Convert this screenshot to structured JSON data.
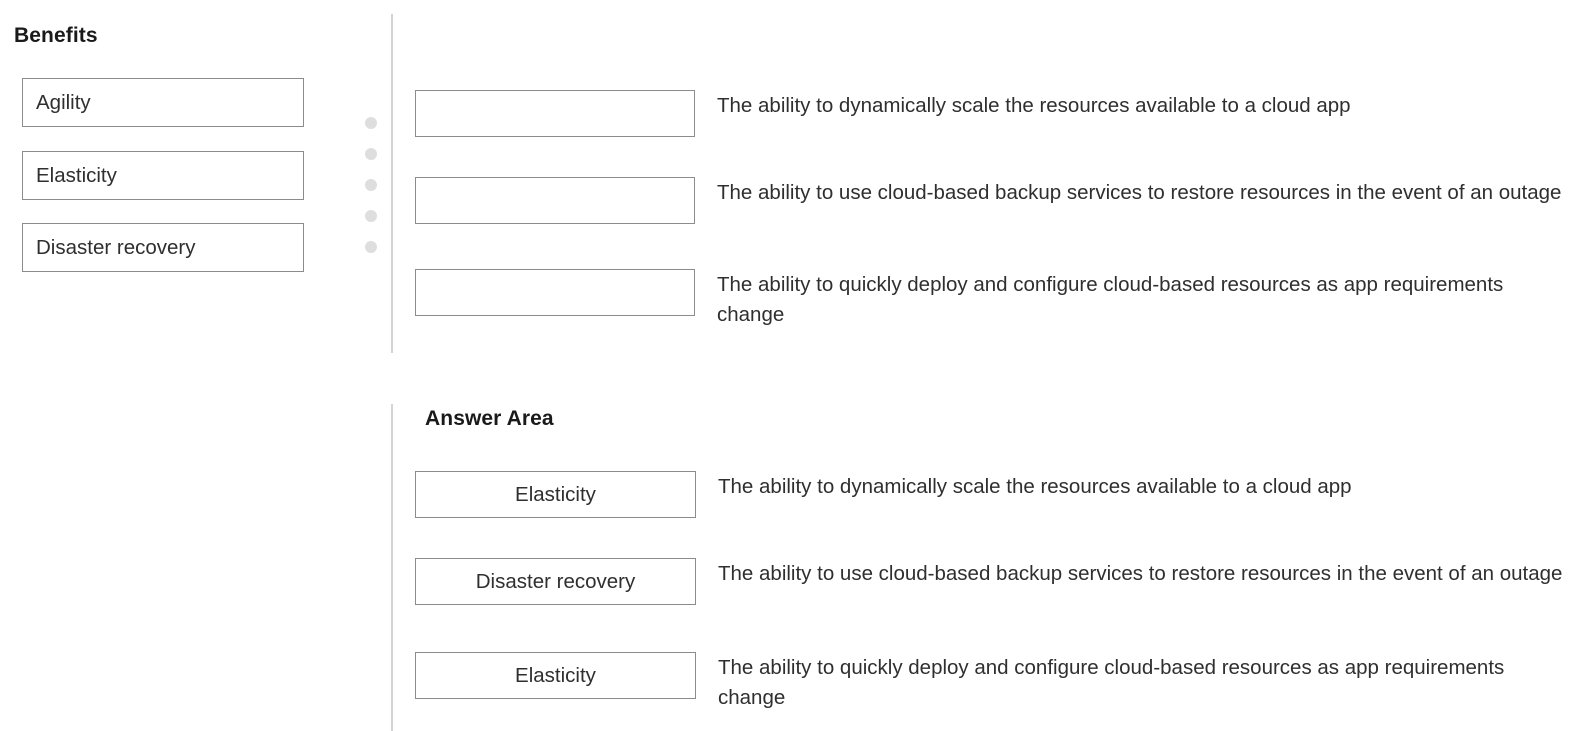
{
  "benefits_panel": {
    "heading": "Benefits",
    "tokens": [
      {
        "label": "Agility"
      },
      {
        "label": "Elasticity"
      },
      {
        "label": "Disaster recovery"
      }
    ]
  },
  "drag_rail": {
    "dot_count": 5,
    "dot_color": "#dedede"
  },
  "question_section": {
    "rows": [
      {
        "slot_value": "",
        "description": "The ability to dynamically scale the resources available to a cloud app"
      },
      {
        "slot_value": "",
        "description": "The ability to use cloud-based backup services to restore resources in the event of an outage"
      },
      {
        "slot_value": "",
        "description": "The ability to quickly deploy and configure cloud-based resources as app requirements change"
      }
    ]
  },
  "answer_area": {
    "heading": "Answer Area",
    "rows": [
      {
        "slot_value": "Elasticity",
        "description": "The ability to dynamically scale the resources available to a cloud app"
      },
      {
        "slot_value": "Disaster recovery",
        "description": "The ability to use cloud-based backup services to restore resources in the event of an outage"
      },
      {
        "slot_value": "Elasticity",
        "description": "The ability to quickly deploy and configure cloud-based resources as app requirements change"
      }
    ]
  },
  "colors": {
    "box_border": "#8c8c8c",
    "divider": "#d4d4d4",
    "text": "#2f2f2f",
    "heading": "#1a1a1a",
    "background": "#ffffff"
  }
}
